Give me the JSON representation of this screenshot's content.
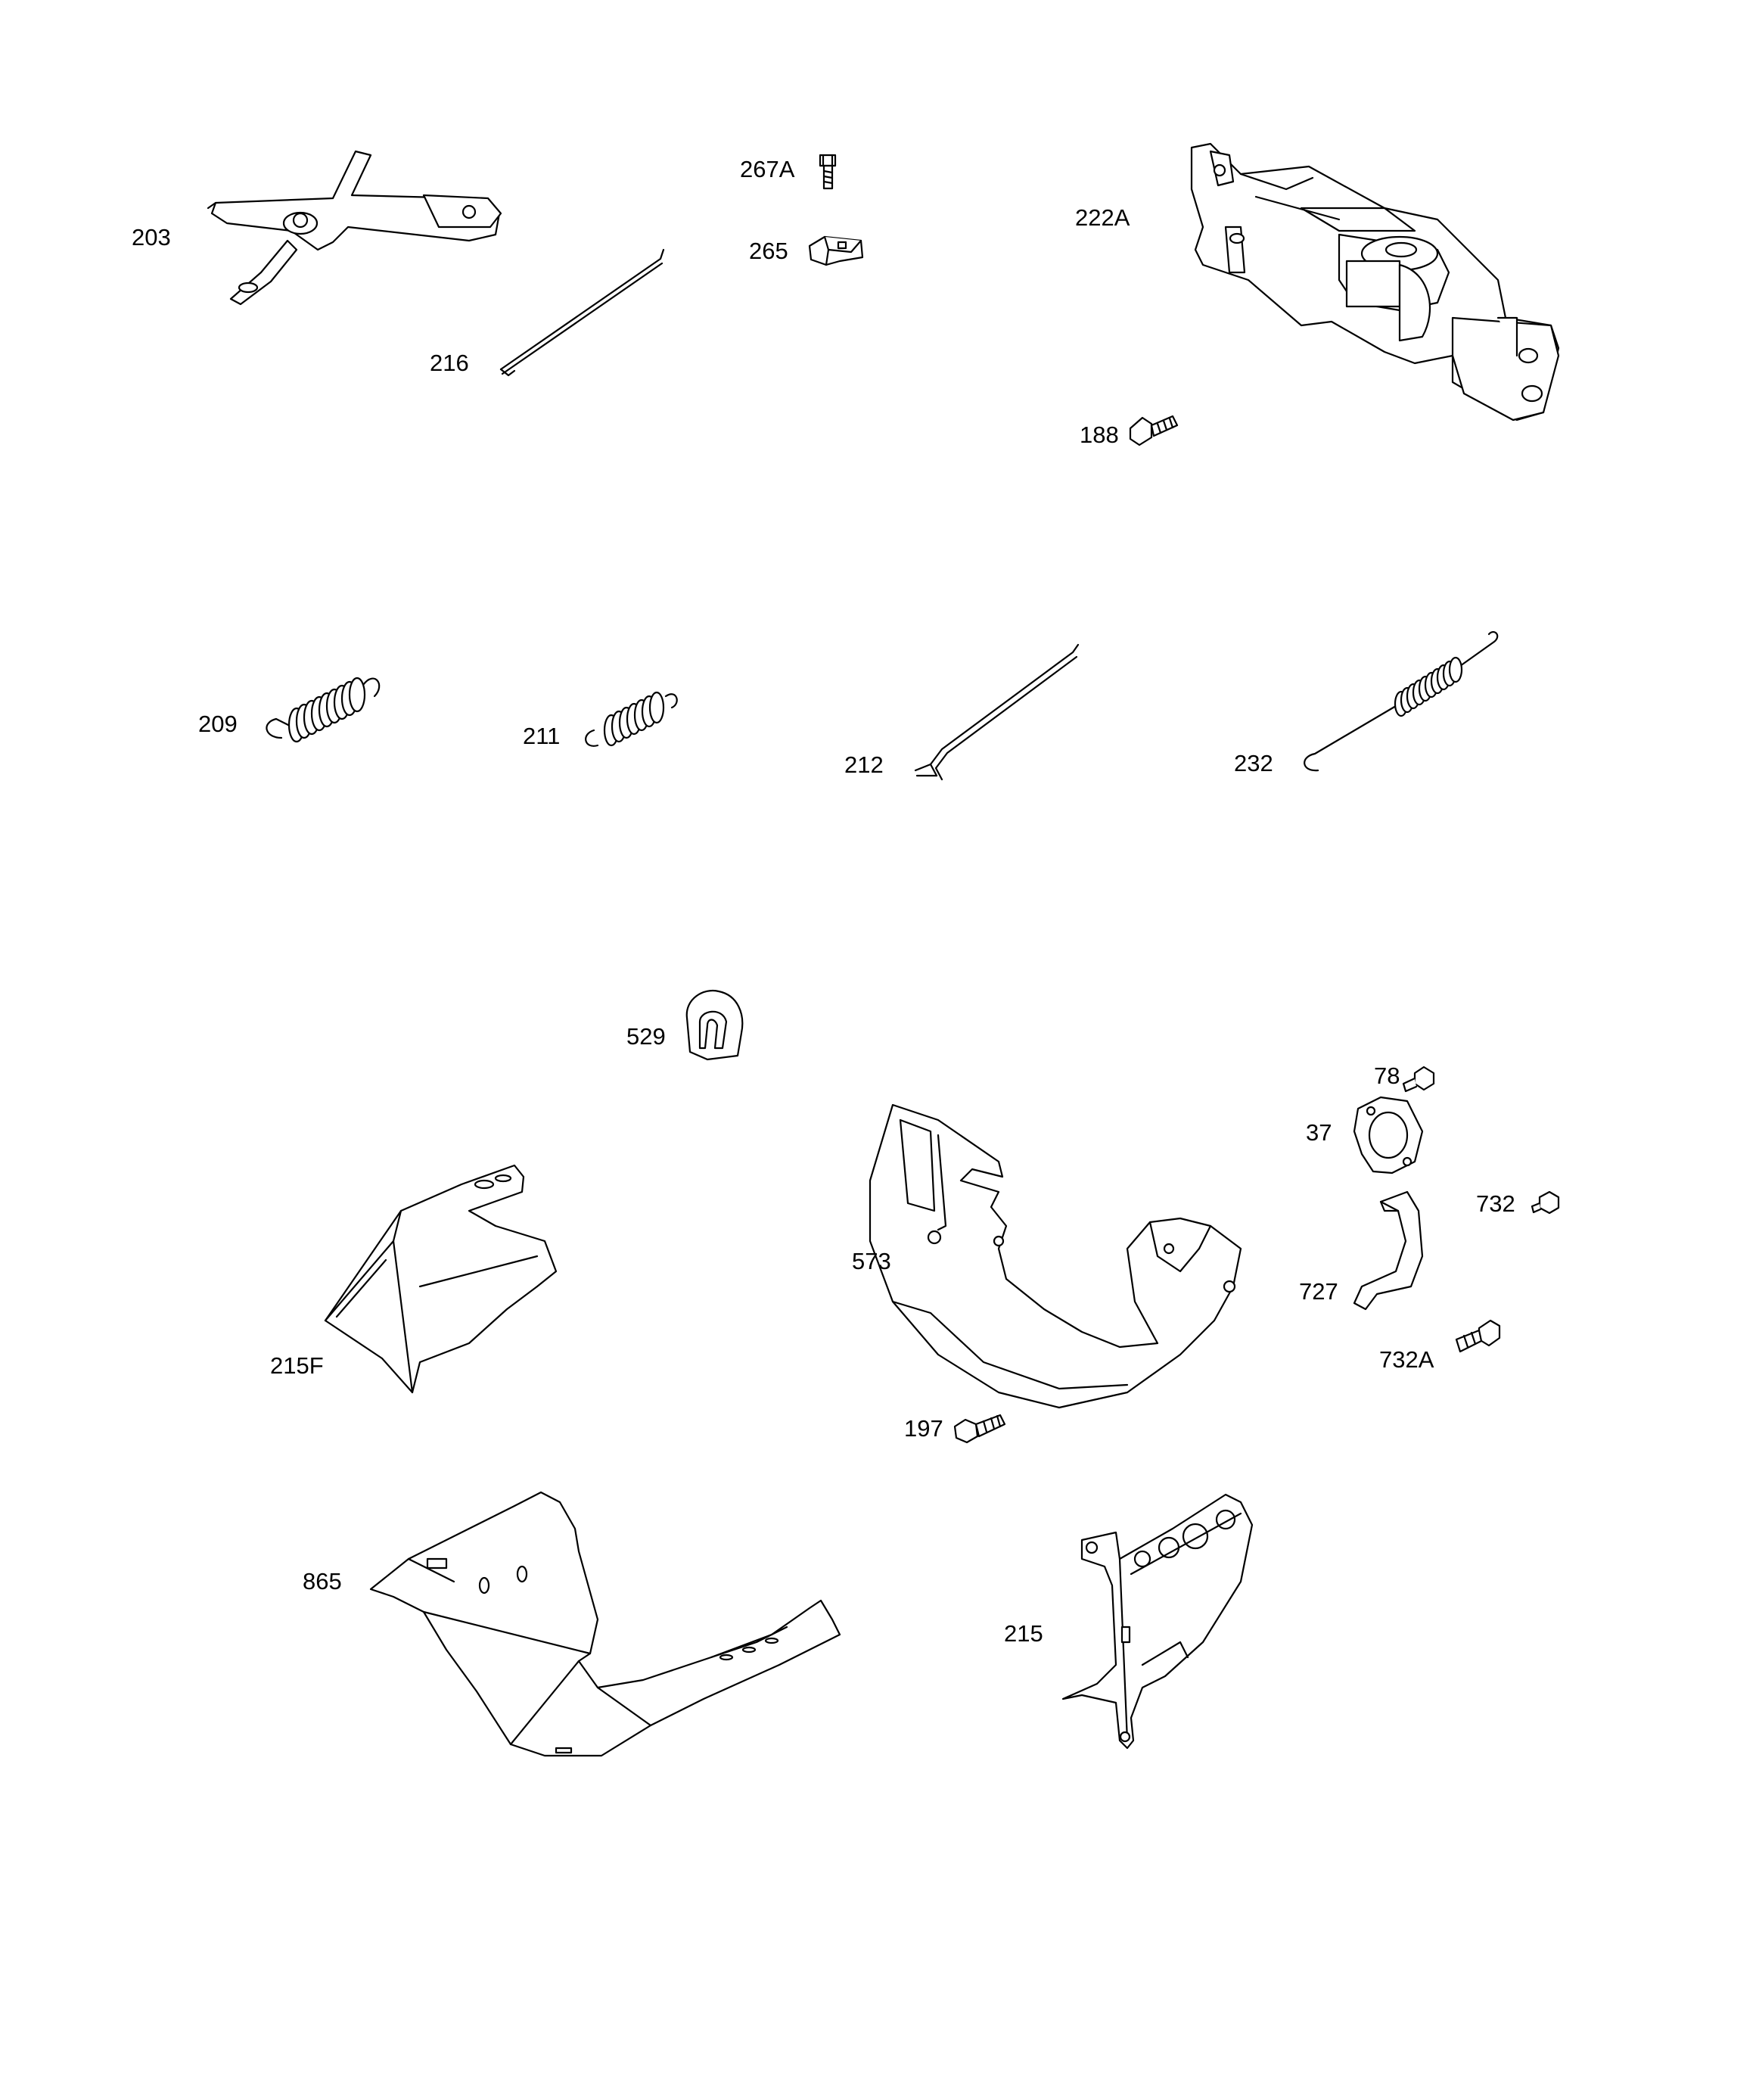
{
  "callouts": {
    "p203": "203",
    "p267A": "267A",
    "p265": "265",
    "p222A": "222A",
    "p216": "216",
    "p188": "188",
    "p209": "209",
    "p211": "211",
    "p212": "212",
    "p232": "232",
    "p529": "529",
    "p78": "78",
    "p37": "37",
    "p732": "732",
    "p573": "573",
    "p727": "727",
    "p215F": "215F",
    "p732A": "732A",
    "p197": "197",
    "p865": "865",
    "p215": "215"
  },
  "colors": {
    "line": "#000000",
    "background": "#ffffff"
  }
}
